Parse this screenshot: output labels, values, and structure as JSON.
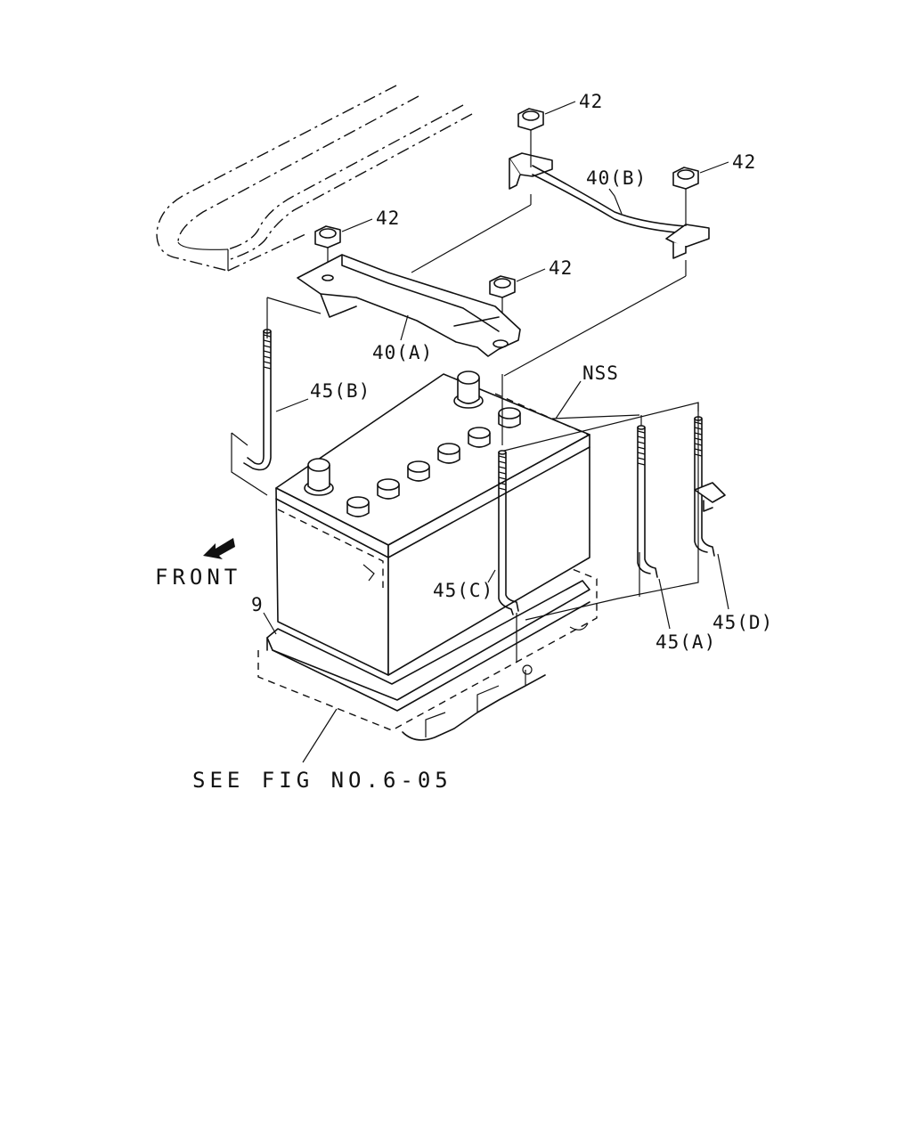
{
  "labels": {
    "nut_top": "42",
    "nut_right": "42",
    "nut_left": "42",
    "nut_center": "42",
    "bracket_b": "40(B)",
    "bracket_a": "40(A)",
    "bolt_b": "45(B)",
    "nss": "NSS",
    "front": "FRONT",
    "bolt_c": "45(C)",
    "tray": "9",
    "bolt_a": "45(A)",
    "bolt_d": "45(D)",
    "see_fig": "SEE FIG NO.6-05"
  },
  "colors": {
    "ink": "#111111",
    "paper": "#ffffff"
  },
  "icons": {
    "front_arrow": "front-arrow-icon"
  }
}
